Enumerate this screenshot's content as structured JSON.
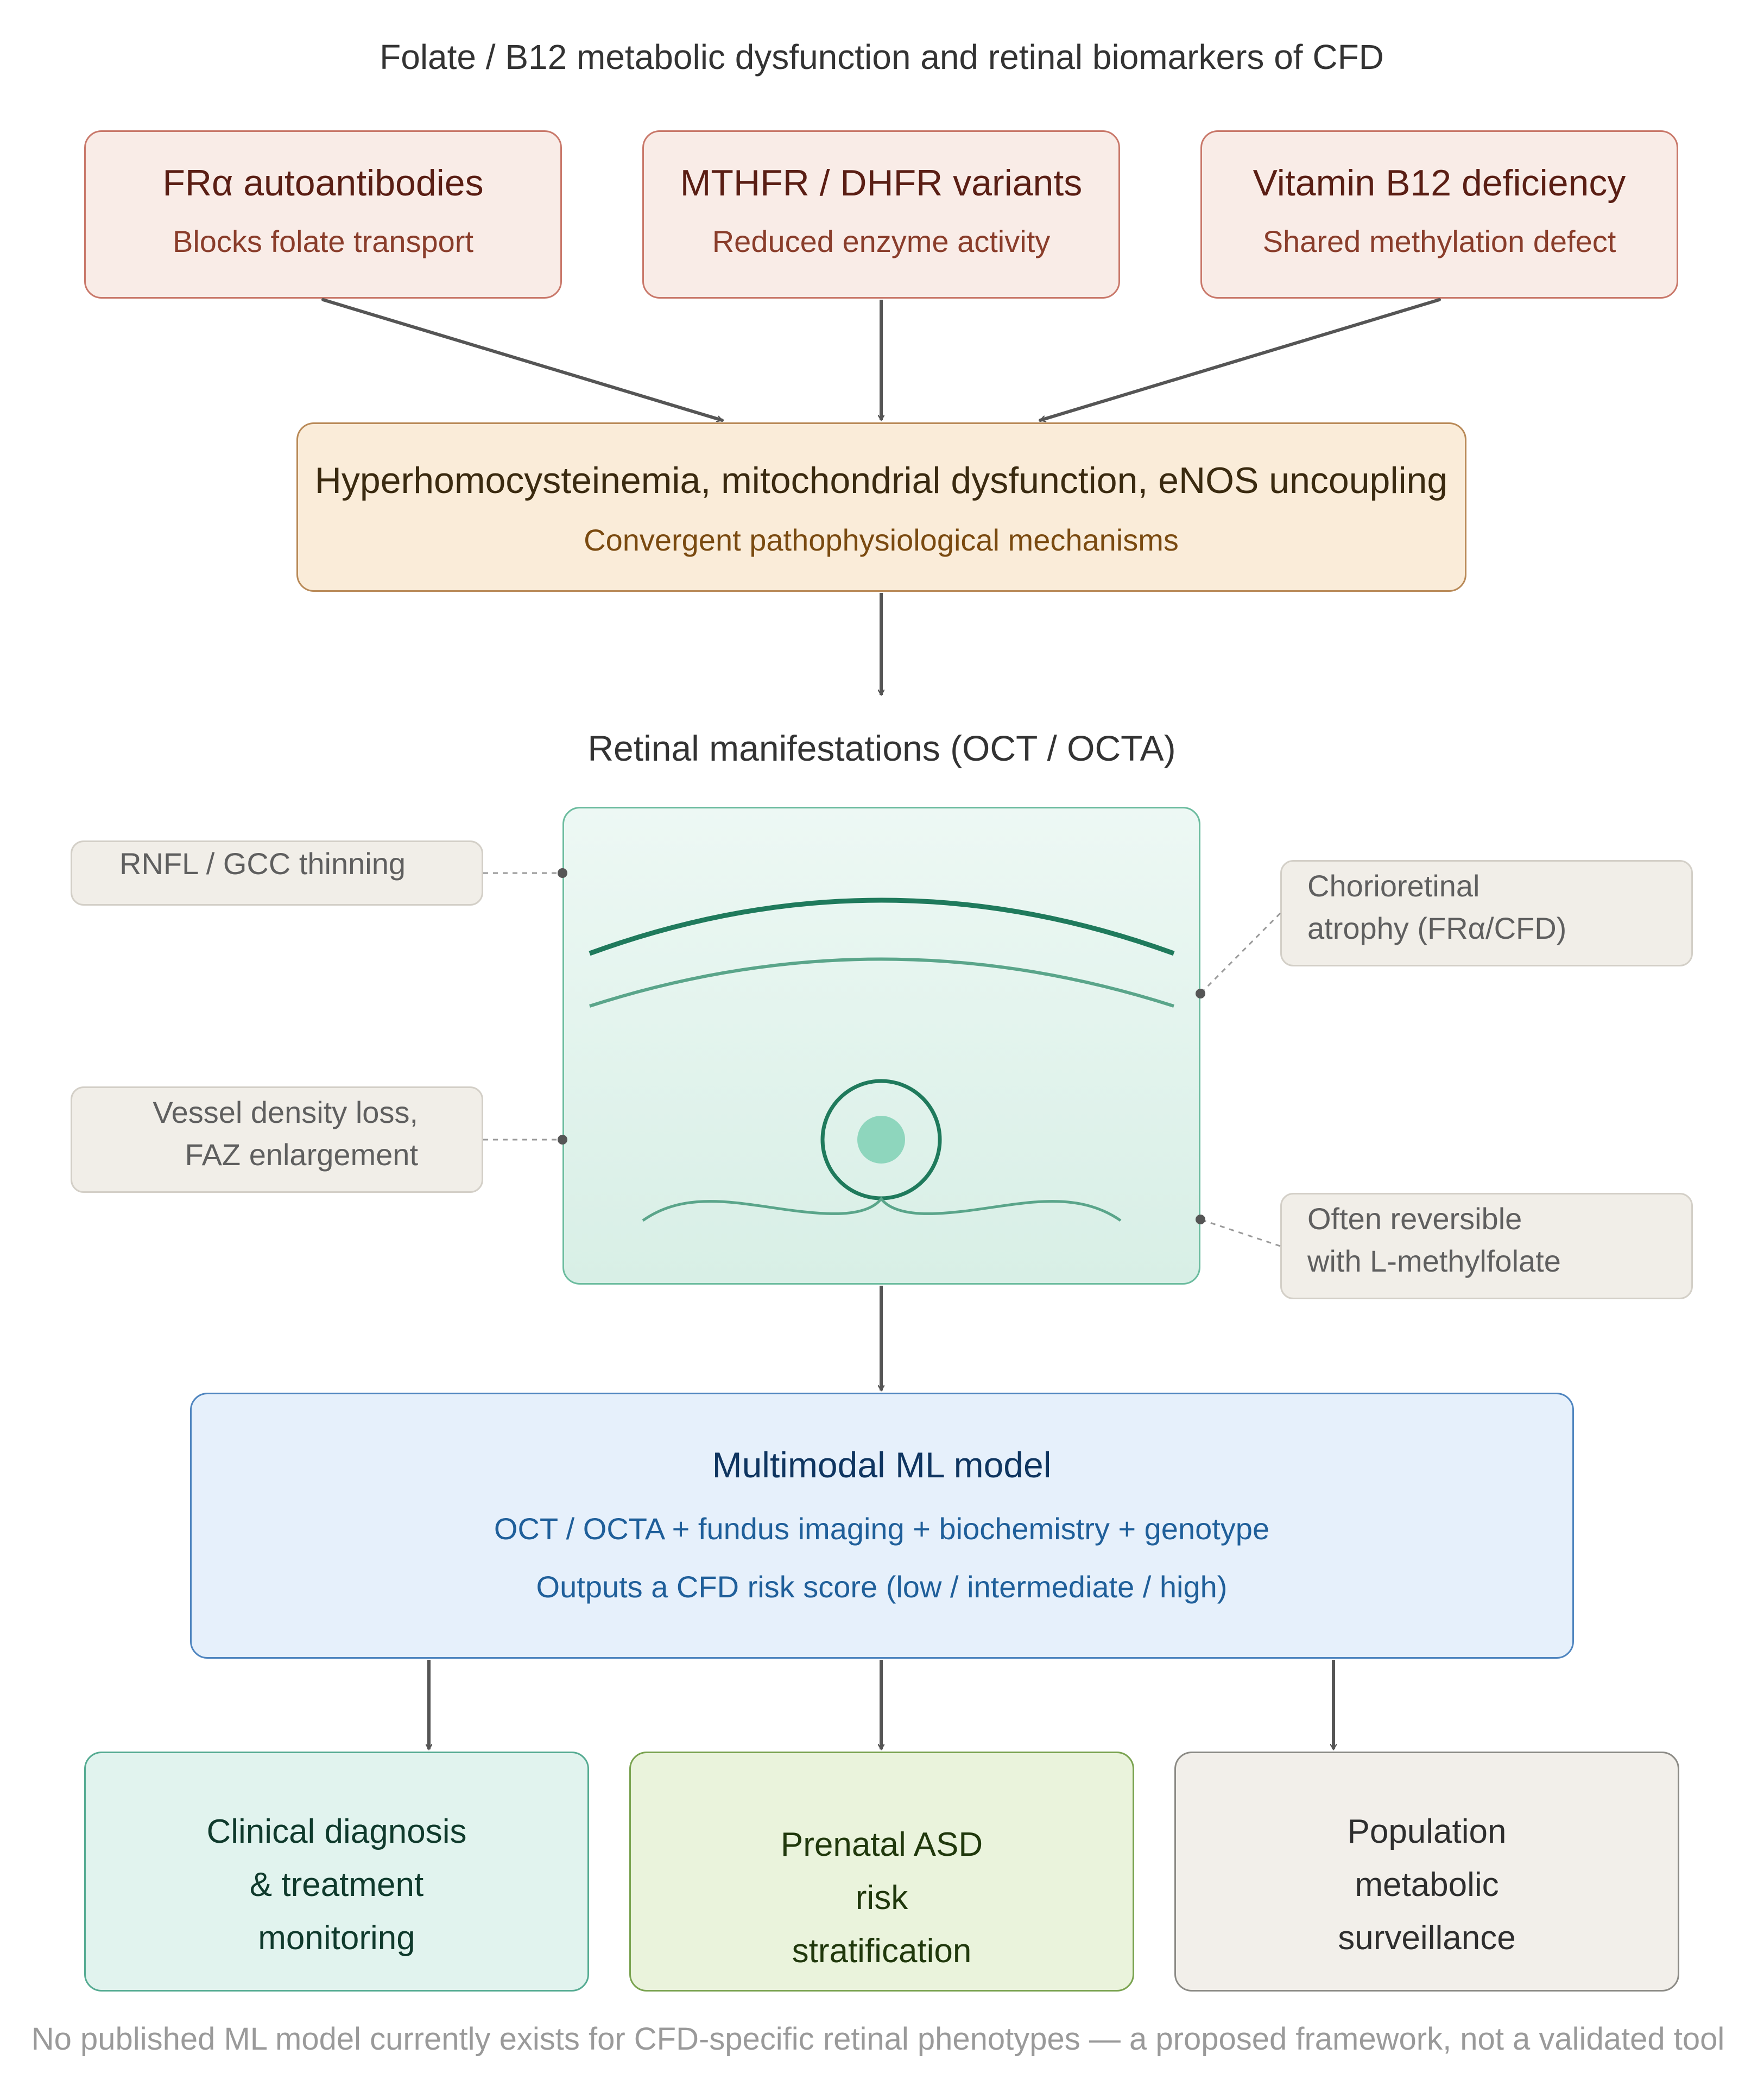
{
  "title": "Folate / B12 metabolic dysfunction and retinal biomarkers of CFD",
  "causes": [
    {
      "title": "FRα autoantibodies",
      "subtitle": "Blocks folate transport"
    },
    {
      "title": "MTHFR / DHFR variants",
      "subtitle": "Reduced enzyme activity"
    },
    {
      "title": "Vitamin B12 deficiency",
      "subtitle": "Shared methylation defect"
    }
  ],
  "mechanism": {
    "title": "Hyperhomocysteinemia, mitochondrial dysfunction, eNOS uncoupling",
    "subtitle": "Convergent pathophysiological mechanisms"
  },
  "retina": {
    "heading": "Retinal manifestations (OCT / OCTA)",
    "notes": {
      "rnfl": "RNFL / GCC thinning",
      "vessel_line1": "Vessel density loss,",
      "vessel_line2": "FAZ enlargement",
      "atrophy_line1": "Chorioretinal",
      "atrophy_line2": "atrophy (FRα/CFD)",
      "reversible_line1": "Often reversible",
      "reversible_line2": "with L-methylfolate"
    }
  },
  "ml_model": {
    "title": "Multimodal ML model",
    "inputs": "OCT / OCTA + fundus imaging + biochemistry + genotype",
    "output": "Outputs a CFD risk score (low / intermediate / high)"
  },
  "outcomes": [
    {
      "lines": [
        "Clinical diagnosis",
        "& treatment",
        "monitoring"
      ]
    },
    {
      "lines": [
        "Prenatal ASD",
        "risk",
        "stratification"
      ]
    },
    {
      "lines": [
        "Population",
        "metabolic",
        "surveillance"
      ]
    }
  ],
  "footnote": "No published ML model currently exists for CFD-specific retinal phenotypes — a proposed framework, not a validated tool",
  "colors": {
    "arrow": "#555555",
    "retina_line_dark": "#1f7a5c",
    "retina_line_light": "#5aa58a",
    "fovea_fill": "#8ed6bd"
  }
}
